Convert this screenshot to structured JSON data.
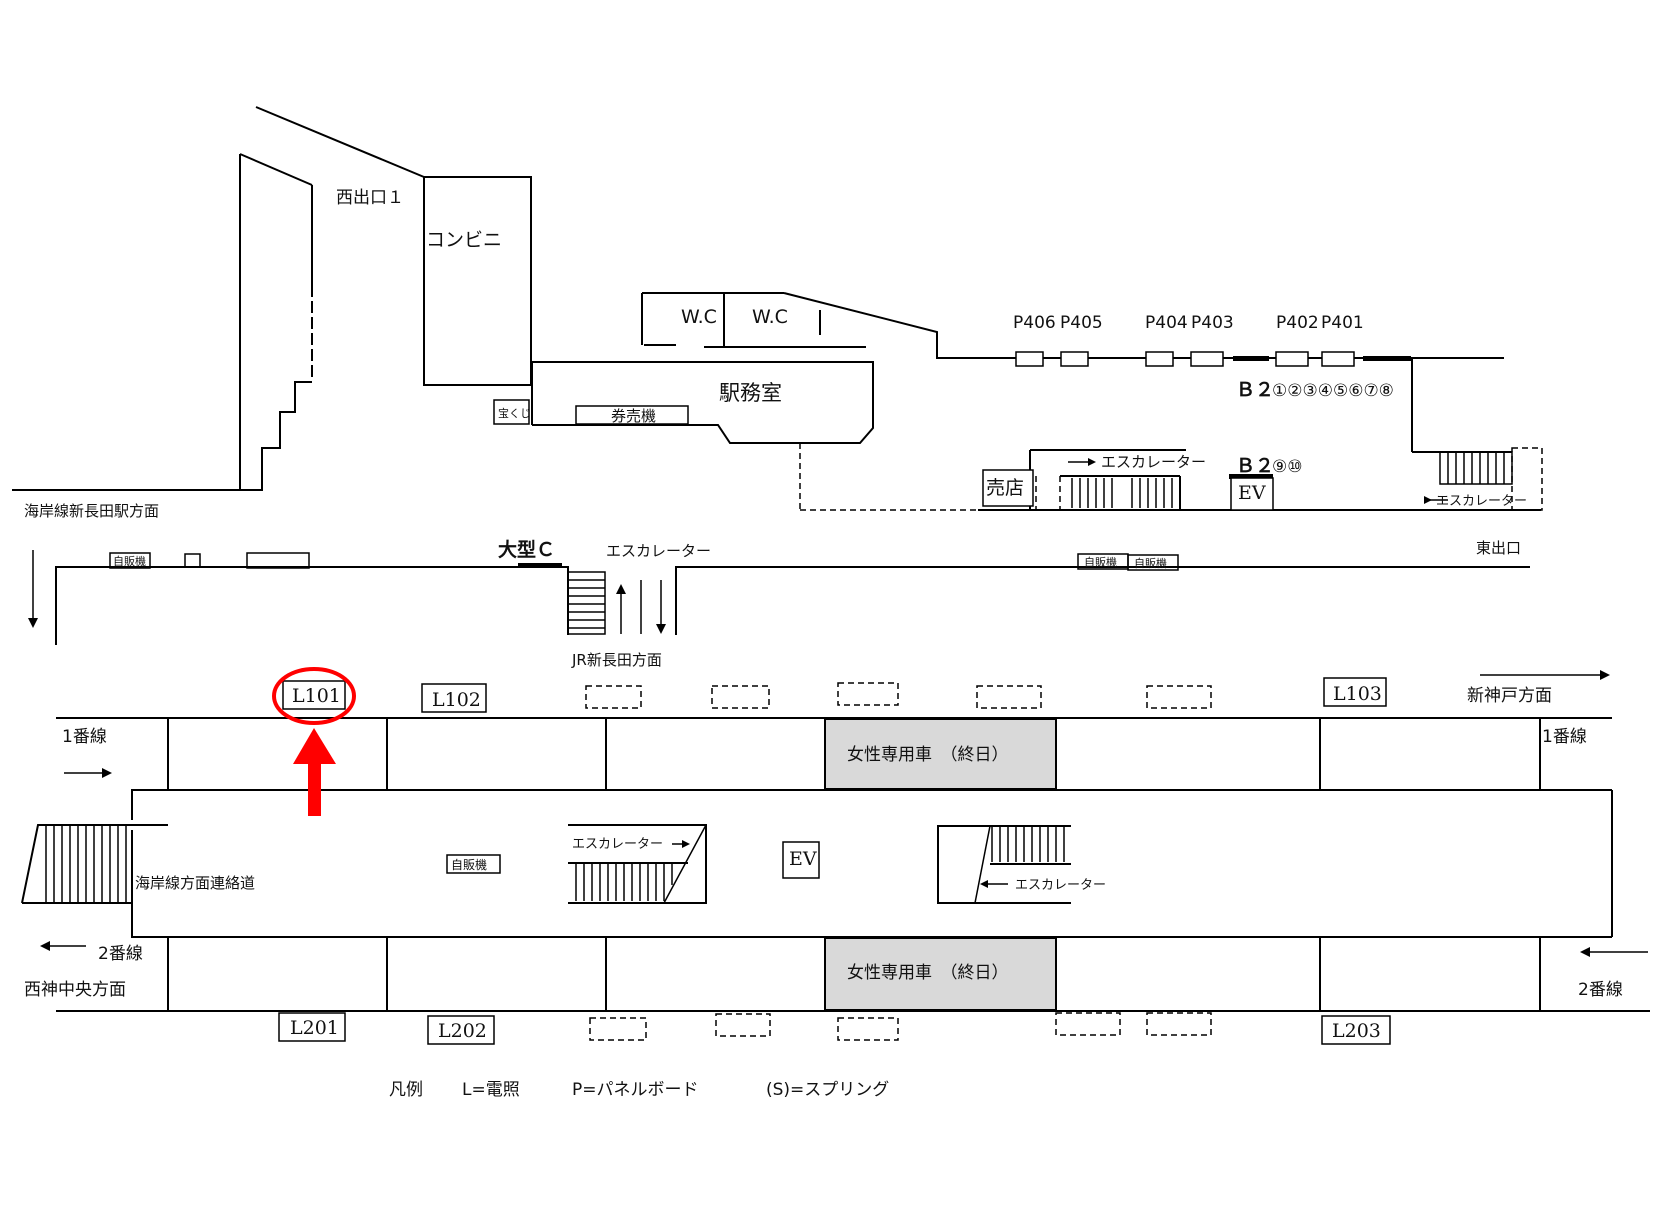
{
  "labels": {
    "west_exit": "西出口１",
    "convenience_store": "コンビニ",
    "wc_1": "W.C",
    "wc_2": "W.C",
    "station_office": "駅務室",
    "lottery": "宝くじ",
    "ticket_machine": "券売機",
    "kaigan_direction": "海岸線新長田駅方面",
    "vending_1": "自販機",
    "large_c": "大型Ｃ",
    "escalator_center": "エスカレーター",
    "escalator_upper": "エスカレーター",
    "kiosk": "売店",
    "ev_upper": "EV",
    "east_exit": "東出口",
    "vending_2": "自販機",
    "vending_3": "自販機",
    "jr_direction": "JR新長田方面",
    "shinkobe_direction": "新神戸方面",
    "track1_left": "1番線",
    "track1_right": "1番線",
    "women_car_top": "女性専用車　（終日）",
    "women_car_bottom": "女性専用車　（終日）",
    "connecting_passage": "海岸線方面連絡道",
    "vending_platform": "自販機",
    "escalator_platform_1": "エスカレーター",
    "ev_platform": "EV",
    "escalator_platform_2": "エスカレーター",
    "escalator_east": "エスカレーター",
    "track2_left": "2番線",
    "track2_right": "2番線",
    "nishishin_direction": "西神中央方面",
    "b2_top": "Ｂ２",
    "b2_top_circuits": "①②③④⑤⑥⑦⑧",
    "b2_bottom": "Ｂ２",
    "b2_bottom_circuits": "⑨⑩"
  },
  "panels": [
    "P406",
    "P405",
    "P404",
    "P403",
    "P402",
    "P401"
  ],
  "lights": {
    "L101": "L101",
    "L102": "L102",
    "L103": "L103",
    "L201": "L201",
    "L202": "L202",
    "L203": "L203"
  },
  "highlight": {
    "target": "L101",
    "color": "#ff0000"
  },
  "legend": {
    "title": "凡例",
    "light": "L=電照",
    "panel": "P=パネルボード",
    "spring": "(S)=スプリング"
  }
}
